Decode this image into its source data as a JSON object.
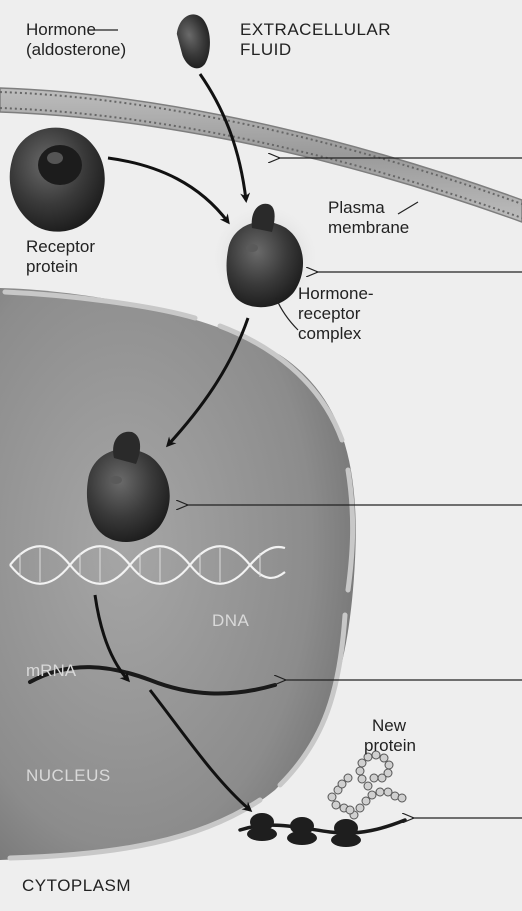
{
  "labels": {
    "hormone": "Hormone",
    "hormone_name": "(aldosterone)",
    "extracellular_line1": "EXTRACELLULAR",
    "extracellular_line2": "FLUID",
    "plasma_line1": "Plasma",
    "plasma_line2": "membrane",
    "receptor_line1": "Receptor",
    "receptor_line2": "protein",
    "complex_line1": "Hormone-",
    "complex_line2": "receptor",
    "complex_line3": "complex",
    "dna": "DNA",
    "mrna": "mRNA",
    "nucleus": "NUCLEUS",
    "new_protein_line1": "New",
    "new_protein_line2": "protein",
    "cytoplasm": "CYTOPLASM"
  },
  "colors": {
    "background": "#eeeeee",
    "membrane": "#a9a9a9",
    "nucleus": "#8a8a8a",
    "protein_dark": "#2b2b2b",
    "arrow": "#111111",
    "ribosome": "#1e1e1e",
    "amino_acid": "#d0d0d0"
  }
}
